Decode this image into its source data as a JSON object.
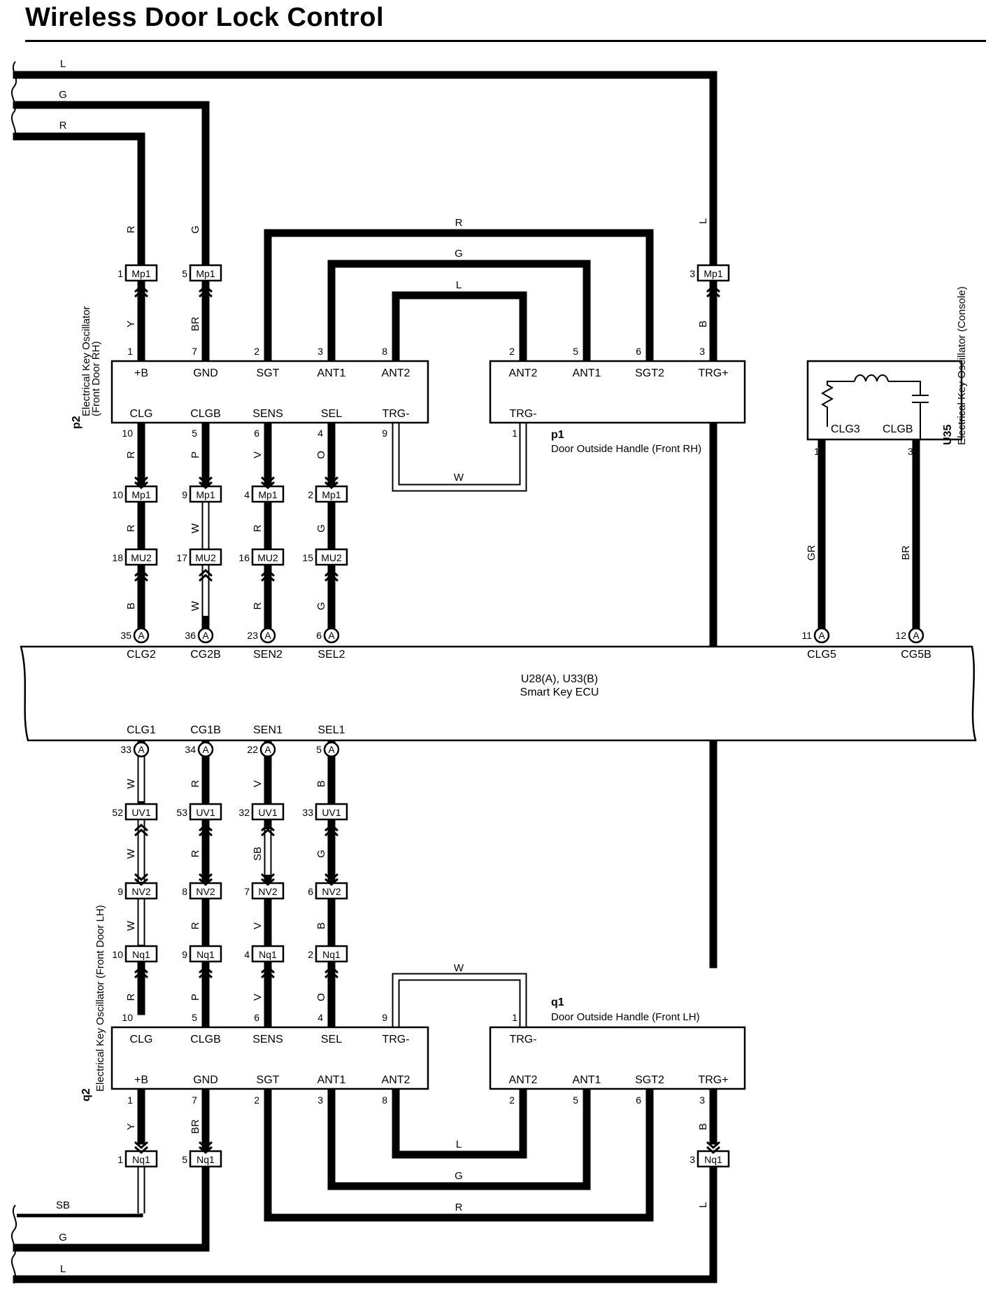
{
  "title": "Wireless Door Lock Control",
  "components": {
    "p2": {
      "id": "p2",
      "name": "Electrical Key Oscillator",
      "sub": "(Front Door RH)",
      "top_terms": [
        "+B",
        "GND",
        "SGT",
        "ANT1",
        "ANT2"
      ],
      "top_pins": [
        "1",
        "7",
        "2",
        "3",
        "8"
      ],
      "bot_terms": [
        "CLG",
        "CLGB",
        "SENS",
        "SEL",
        "TRG-"
      ],
      "bot_pins": [
        "10",
        "5",
        "6",
        "4",
        "9"
      ]
    },
    "p1": {
      "id": "p1",
      "name": "Door Outside Handle (Front RH)",
      "top_terms": [
        "ANT2",
        "ANT1",
        "SGT2",
        "TRG+"
      ],
      "top_pins": [
        "2",
        "5",
        "6",
        "3"
      ],
      "bot_terms": [
        "TRG-"
      ],
      "bot_pins": [
        "1"
      ]
    },
    "u35": {
      "id": "U35",
      "name": "Electrical Key Oscillator (Console)",
      "terms": [
        "CLG3",
        "CLGB"
      ],
      "pins": [
        "1",
        "3"
      ]
    },
    "ecu": {
      "id": "U28(A), U33(B)",
      "name": "Smart Key ECU",
      "top_terms": [
        "CLG2",
        "CG2B",
        "SEN2",
        "SEL2",
        "CLG5",
        "CG5B"
      ],
      "top_pins": [
        "35",
        "36",
        "23",
        "6",
        "11",
        "12"
      ],
      "bot_terms": [
        "CLG1",
        "CG1B",
        "SEN1",
        "SEL1"
      ],
      "bot_pins": [
        "33",
        "34",
        "22",
        "5"
      ],
      "conn": "A"
    },
    "q2": {
      "id": "q2",
      "name": "Electrical Key Oscillator (Front Door LH)",
      "top_terms": [
        "CLG",
        "CLGB",
        "SENS",
        "SEL",
        "TRG-"
      ],
      "top_pins": [
        "10",
        "5",
        "6",
        "4",
        "9"
      ],
      "bot_terms": [
        "+B",
        "GND",
        "SGT",
        "ANT1",
        "ANT2"
      ],
      "bot_pins": [
        "1",
        "7",
        "2",
        "3",
        "8"
      ]
    },
    "q1": {
      "id": "q1",
      "name": "Door Outside Handle (Front LH)",
      "top_terms": [
        "TRG-"
      ],
      "top_pins": [
        "1"
      ],
      "bot_terms": [
        "ANT2",
        "ANT1",
        "SGT2",
        "TRG+"
      ],
      "bot_pins": [
        "2",
        "5",
        "6",
        "3"
      ]
    }
  },
  "connectors": {
    "mp1_top": {
      "name": "Mp1",
      "pins": [
        "1",
        "5",
        "3"
      ]
    },
    "mp1_low": {
      "name": "Mp1",
      "pins": [
        "10",
        "9",
        "4",
        "2"
      ]
    },
    "mu2": {
      "name": "MU2",
      "pins": [
        "18",
        "17",
        "16",
        "15"
      ]
    },
    "uv1": {
      "name": "UV1",
      "pins": [
        "52",
        "53",
        "32",
        "33"
      ]
    },
    "nv2": {
      "name": "NV2",
      "pins": [
        "9",
        "8",
        "7",
        "6"
      ]
    },
    "nq1_up": {
      "name": "Nq1",
      "pins": [
        "10",
        "9",
        "4",
        "2"
      ]
    },
    "nq1_low": {
      "name": "Nq1",
      "pins": [
        "1",
        "5",
        "3"
      ]
    }
  },
  "wires": {
    "left_top": [
      "L",
      "G",
      "R"
    ],
    "left_bottom": [
      "SB",
      "G",
      "L"
    ],
    "p2_top_up": [
      "R",
      "G",
      "L"
    ],
    "p2_top_down": [
      "Y",
      "BR",
      "B"
    ],
    "p2p1_loops": [
      "R",
      "G",
      "L"
    ],
    "p2p1_trg": "W",
    "p2_low_1": [
      "R",
      "P",
      "V",
      "O"
    ],
    "p2_low_2": [
      "R",
      "W",
      "R",
      "G"
    ],
    "p2_low_3": [
      "B",
      "W",
      "R",
      "G"
    ],
    "u35": [
      "GR",
      "BR"
    ],
    "q_up_1": [
      "W",
      "R",
      "V",
      "B"
    ],
    "q_up_2": [
      "W",
      "R",
      "SB",
      "G"
    ],
    "q_up_3": [
      "W",
      "R",
      "V",
      "B"
    ],
    "q_up_4": [
      "R",
      "P",
      "V",
      "O"
    ],
    "q2q1_trg": "W",
    "q2_bot": [
      "Y",
      "BR",
      "B"
    ],
    "q2q1_loops": [
      "L",
      "G",
      "R"
    ],
    "q_bot_L": "L"
  }
}
